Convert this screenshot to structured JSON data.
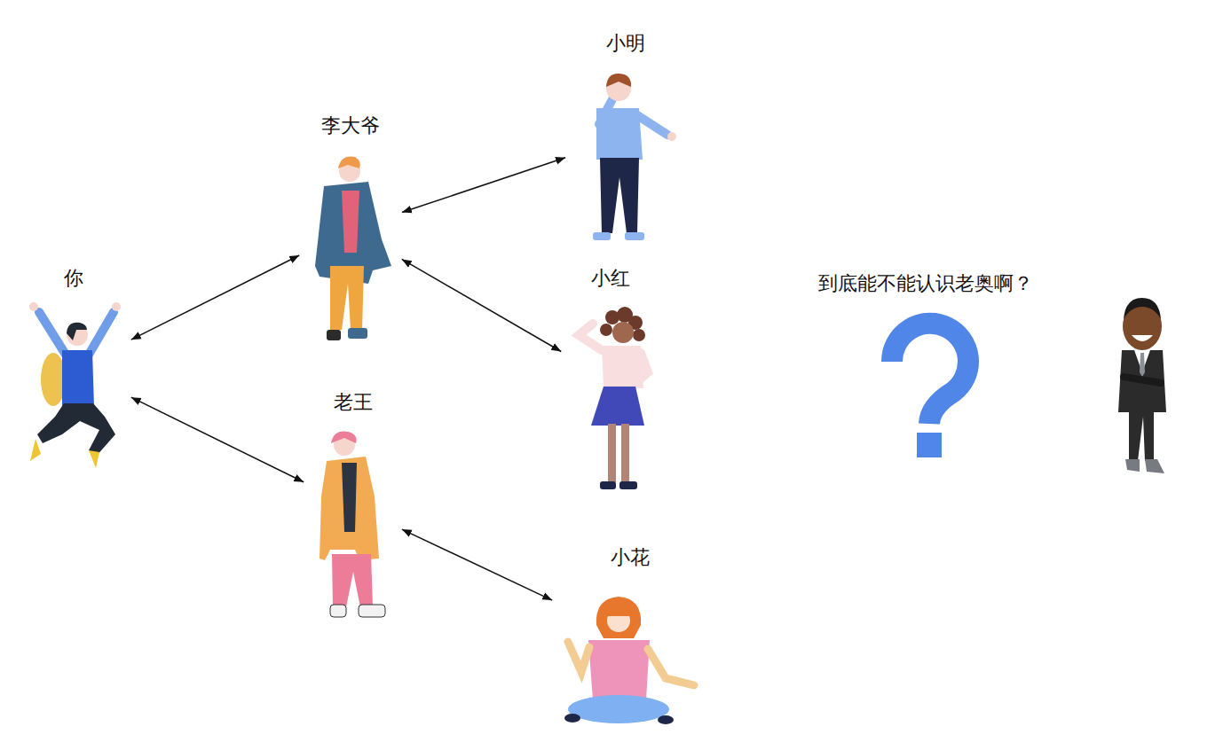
{
  "diagram": {
    "nodes": [
      {
        "text": [
          "你"
        ]
      },
      {
        "text": [
          "李大爷"
        ]
      },
      {
        "text": [
          "老王"
        ]
      },
      {
        "text": [
          "小明"
        ]
      },
      {
        "text": [
          "小红"
        ]
      },
      {
        "text": [
          "小花"
        ]
      }
    ],
    "edges": [
      {
        "from": 0,
        "to": 1,
        "arrow": "both"
      },
      {
        "from": 0,
        "to": 2,
        "arrow": "both"
      },
      {
        "from": 1,
        "to": 3,
        "arrow": "both"
      },
      {
        "from": 1,
        "to": 4,
        "arrow": "both"
      },
      {
        "from": 2,
        "to": 5,
        "arrow": "both"
      }
    ],
    "labels": [
      "到底能不能认识老奥啊？"
    ]
  }
}
